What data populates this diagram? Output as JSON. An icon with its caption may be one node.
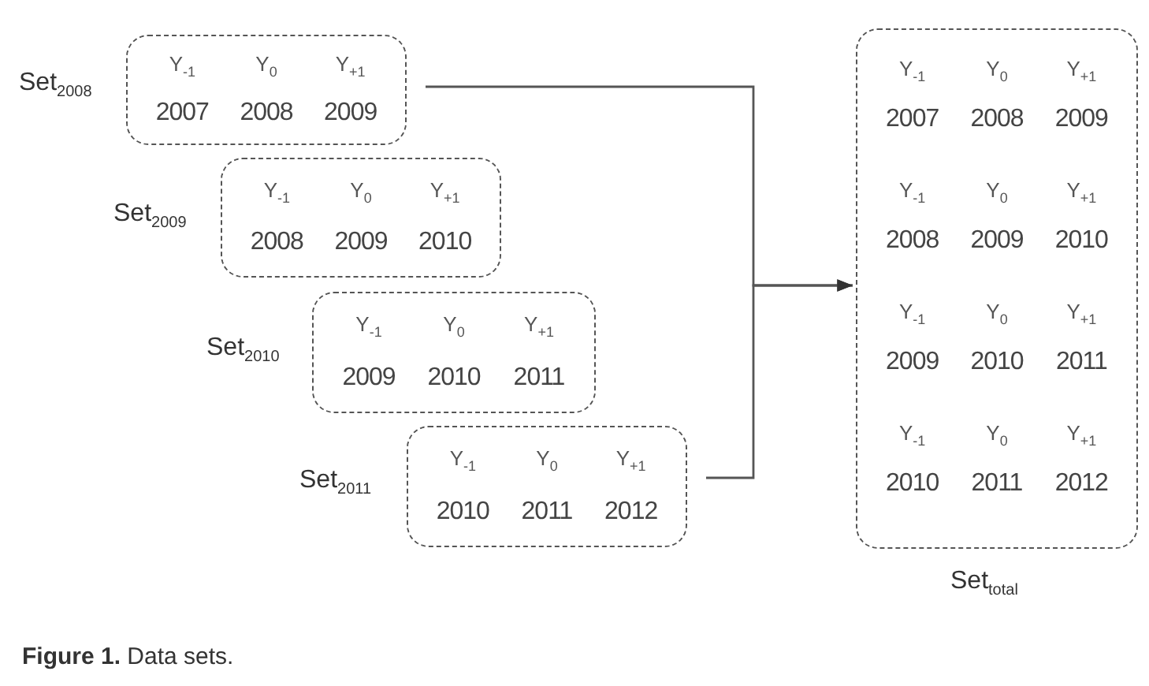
{
  "diagram": {
    "caption": "**Figure 1.** Data sets.",
    "nodes": [
      {
        "text": [
          "Y$_{-1}$",
          "Y$_{0}$",
          "Y$_{+1}$",
          "2007",
          "2008",
          "2009"
        ],
        "beside": [
          "Set$_{2008}$"
        ]
      },
      {
        "text": [
          "Y$_{-1}$",
          "Y$_{0}$",
          "Y$_{+1}$",
          "2008",
          "2009",
          "2010"
        ],
        "beside": [
          "Set$_{2009}$"
        ]
      },
      {
        "text": [
          "Y$_{-1}$",
          "Y$_{0}$",
          "Y$_{+1}$",
          "2009",
          "2010",
          "2011"
        ],
        "beside": [
          "Set$_{2010}$"
        ]
      },
      {
        "text": [
          "Y$_{-1}$",
          "Y$_{0}$",
          "Y$_{+1}$",
          "2010",
          "2011",
          "2012"
        ],
        "beside": [
          "Set$_{2011}$"
        ]
      },
      {
        "text": [
          "Y$_{-1}$",
          "Y$_{0}$",
          "Y$_{+1}$",
          "2007",
          "2008",
          "2009",
          "Y$_{-1}$",
          "Y$_{0}$",
          "Y$_{+1}$",
          "2008",
          "2009",
          "2010",
          "Y$_{-1}$",
          "Y$_{0}$",
          "Y$_{+1}$",
          "2009",
          "2010",
          "2011",
          "Y$_{-1}$",
          "Y$_{0}$",
          "Y$_{+1}$",
          "2010",
          "2011",
          "2012"
        ],
        "beside": [
          "Set$_{total}$"
        ]
      }
    ],
    "edges": [
      {
        "from": 0,
        "to": 4,
        "arrow": "to"
      },
      {
        "from": 3,
        "to": 4,
        "arrow": "to"
      }
    ]
  }
}
